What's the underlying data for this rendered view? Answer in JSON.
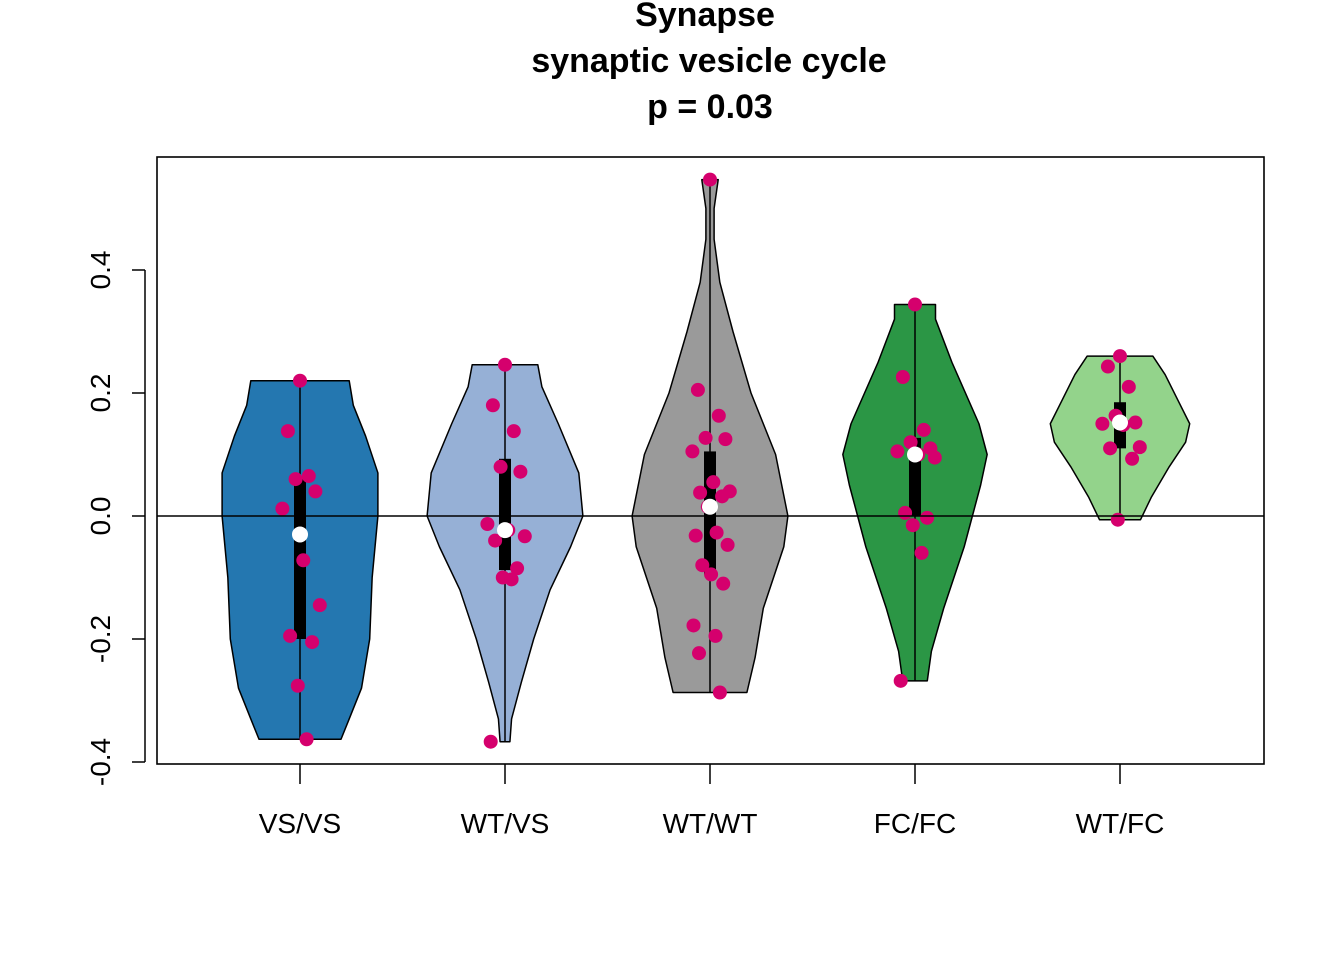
{
  "chart_data": {
    "type": "violin",
    "title": [
      "Synapse",
      "synaptic vesicle cycle",
      "p = 0.03"
    ],
    "xlabel": "",
    "ylabel": "",
    "categories": [
      "VS/VS",
      "WT/VS",
      "WT/WT",
      "FC/FC",
      "WT/FC"
    ],
    "ylim": [
      -0.4,
      0.56
    ],
    "yticks": [
      -0.4,
      -0.2,
      0.0,
      0.2,
      0.4
    ],
    "ytick_labels": [
      "-0.4",
      "-0.2",
      "0.0",
      "0.2",
      "0.4"
    ],
    "reference_line": 0.0,
    "grid": false,
    "legend": "none",
    "colors": {
      "violins": [
        "#2477b0",
        "#96b0d6",
        "#9a9a9a",
        "#2b9645",
        "#93d38b"
      ],
      "points": "#d5006d",
      "median": "#ffffff",
      "box": "#000000"
    },
    "groups": [
      {
        "name": "VS/VS",
        "min": -0.363,
        "max": 0.22,
        "q1": -0.2,
        "q3": 0.065,
        "median": -0.03,
        "density": [
          [
            -0.363,
            0.5
          ],
          [
            -0.33,
            0.6
          ],
          [
            -0.28,
            0.75
          ],
          [
            -0.2,
            0.85
          ],
          [
            -0.1,
            0.88
          ],
          [
            0.0,
            0.95
          ],
          [
            0.07,
            0.95
          ],
          [
            0.13,
            0.8
          ],
          [
            0.18,
            0.65
          ],
          [
            0.22,
            0.6
          ]
        ],
        "points": [
          0.22,
          0.138,
          0.065,
          0.06,
          0.04,
          0.012,
          -0.072,
          -0.145,
          -0.195,
          -0.205,
          -0.276,
          -0.363
        ]
      },
      {
        "name": "WT/VS",
        "min": -0.367,
        "max": 0.246,
        "q1": -0.088,
        "q3": 0.093,
        "median": -0.023,
        "density": [
          [
            -0.367,
            0.06
          ],
          [
            -0.33,
            0.08
          ],
          [
            -0.27,
            0.2
          ],
          [
            -0.2,
            0.35
          ],
          [
            -0.12,
            0.55
          ],
          [
            -0.05,
            0.8
          ],
          [
            0.0,
            0.95
          ],
          [
            0.07,
            0.9
          ],
          [
            0.15,
            0.65
          ],
          [
            0.21,
            0.45
          ],
          [
            0.246,
            0.4
          ]
        ],
        "points": [
          0.246,
          0.18,
          0.138,
          0.08,
          0.072,
          -0.013,
          -0.023,
          -0.033,
          -0.04,
          -0.085,
          -0.1,
          -0.103,
          -0.367
        ]
      },
      {
        "name": "WT/WT",
        "min": -0.287,
        "max": 0.547,
        "q1": -0.095,
        "q3": 0.105,
        "median": 0.015,
        "density": [
          [
            -0.287,
            0.45
          ],
          [
            -0.23,
            0.55
          ],
          [
            -0.15,
            0.65
          ],
          [
            -0.05,
            0.9
          ],
          [
            0.0,
            0.95
          ],
          [
            0.1,
            0.8
          ],
          [
            0.2,
            0.5
          ],
          [
            0.3,
            0.28
          ],
          [
            0.38,
            0.12
          ],
          [
            0.45,
            0.05
          ],
          [
            0.5,
            0.05
          ],
          [
            0.547,
            0.1
          ]
        ],
        "points": [
          0.547,
          0.205,
          0.163,
          0.127,
          0.125,
          0.105,
          0.055,
          0.04,
          0.038,
          0.032,
          0.015,
          -0.027,
          -0.032,
          -0.047,
          -0.08,
          -0.095,
          -0.11,
          -0.178,
          -0.195,
          -0.223,
          -0.287
        ]
      },
      {
        "name": "FC/FC",
        "min": -0.268,
        "max": 0.344,
        "q1": 0.0,
        "q3": 0.127,
        "median": 0.1,
        "density": [
          [
            -0.268,
            0.15
          ],
          [
            -0.22,
            0.2
          ],
          [
            -0.15,
            0.35
          ],
          [
            -0.05,
            0.6
          ],
          [
            0.05,
            0.8
          ],
          [
            0.1,
            0.88
          ],
          [
            0.15,
            0.78
          ],
          [
            0.25,
            0.45
          ],
          [
            0.32,
            0.25
          ],
          [
            0.344,
            0.25
          ]
        ],
        "points": [
          0.344,
          0.226,
          0.14,
          0.12,
          0.11,
          0.105,
          0.1,
          0.095,
          0.005,
          -0.003,
          -0.015,
          -0.06,
          -0.268
        ]
      },
      {
        "name": "WT/FC",
        "min": -0.006,
        "max": 0.26,
        "q1": 0.11,
        "q3": 0.185,
        "median": 0.152,
        "density": [
          [
            -0.006,
            0.25
          ],
          [
            0.03,
            0.38
          ],
          [
            0.08,
            0.6
          ],
          [
            0.12,
            0.8
          ],
          [
            0.15,
            0.85
          ],
          [
            0.19,
            0.7
          ],
          [
            0.23,
            0.55
          ],
          [
            0.26,
            0.4
          ]
        ],
        "points": [
          0.26,
          0.243,
          0.21,
          0.163,
          0.152,
          0.15,
          0.148,
          0.112,
          0.11,
          0.093,
          -0.006
        ]
      }
    ]
  }
}
